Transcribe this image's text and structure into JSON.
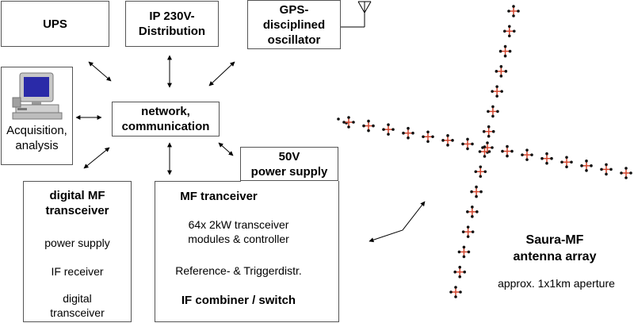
{
  "boxes": {
    "ups": "UPS",
    "ip_line1": "IP 230V-",
    "ip_line2": "Distribution",
    "gps_line1": "GPS-",
    "gps_line2": "disciplined",
    "gps_line3": "oscillator",
    "network_line1": "network,",
    "network_line2": "communication",
    "acq_line1": "Acquisition,",
    "acq_line2": "analysis",
    "psu_line1": "50V",
    "psu_line2": "power supply",
    "digital_title_line1": "digital MF",
    "digital_title_line2": "transceiver",
    "digital_item1": "power supply",
    "digital_item2": "IF receiver",
    "digital_item3_line1": "digital",
    "digital_item3_line2": "transceiver",
    "mf_title": "MF tranceiver",
    "mf_item1_line1": "64x 2kW transceiver",
    "mf_item1_line2": "modules & controller",
    "mf_item2": "Reference- & Triggerdistr.",
    "mf_item3": "IF combiner / switch"
  },
  "array": {
    "title_line1": "Saura-MF",
    "title_line2": "antenna array",
    "aperture": "approx. 1x1km aperture"
  },
  "colors": {
    "element_red": "#d2462e",
    "element_dot": "#111111",
    "monitor_screen": "#2a2aa8"
  }
}
